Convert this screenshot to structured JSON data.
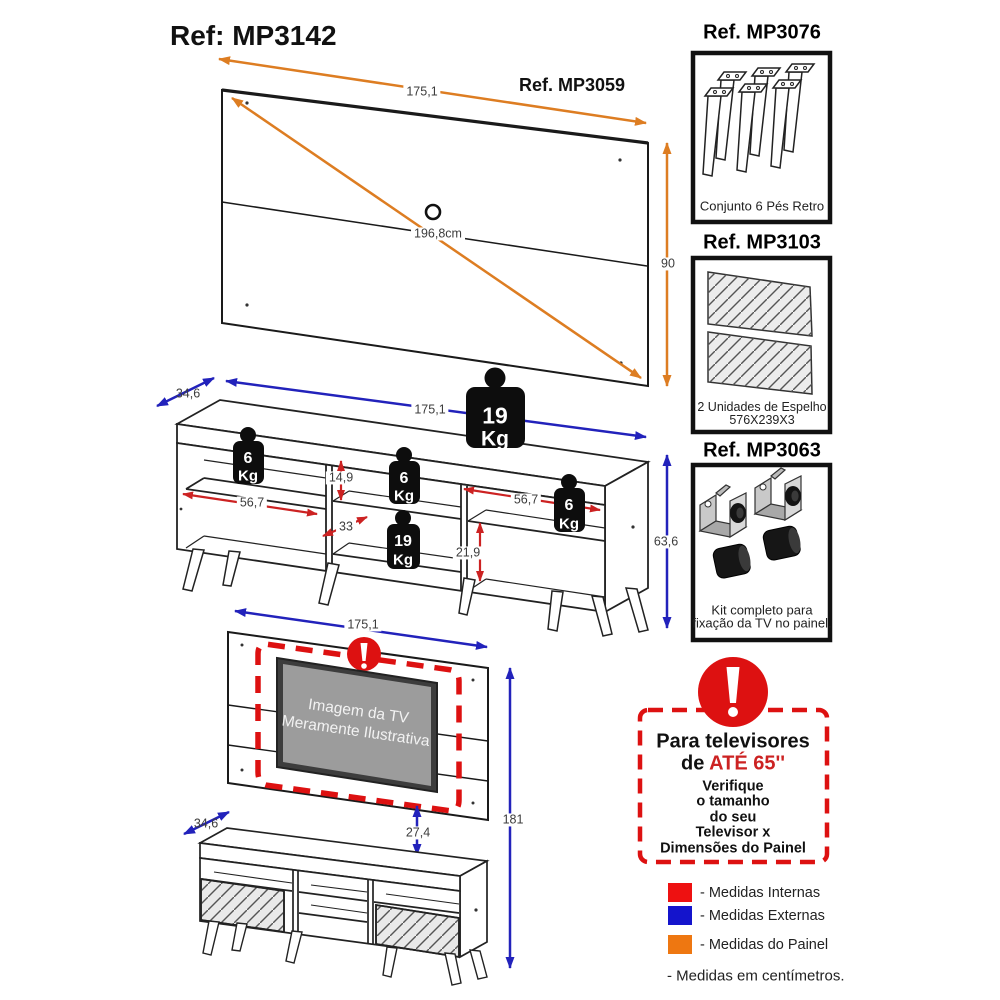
{
  "title": "Ref: MP3142",
  "panel": {
    "ref": "Ref. MP3059",
    "width": "175,1",
    "height": "90",
    "diagonal": "196,8cm"
  },
  "accessories": [
    {
      "ref": "Ref. MP3076",
      "caption1": "Conjunto 6 Pés Retro",
      "caption2": ""
    },
    {
      "ref": "Ref. MP3103",
      "caption1": "2 Unidades de Espelho",
      "caption2": "576X239X3"
    },
    {
      "ref": "Ref. MP3063",
      "caption1": "Kit completo para",
      "caption2": "fixação da TV no painel."
    }
  ],
  "rack": {
    "depth": "34,6",
    "width": "175,1",
    "height": "63,6",
    "internals": {
      "left_width": "56,7",
      "middle_top": "14,9",
      "middle_width": "33",
      "right_height": "21,9",
      "right_width": "56,7"
    },
    "weights": {
      "top_line1": "19",
      "top_line2": "Kg",
      "left_line1": "6",
      "left_line2": "Kg",
      "middle_line1": "6",
      "middle_line2": "Kg",
      "middle2_line1": "19",
      "middle2_line2": "Kg",
      "right_line1": "6",
      "right_line2": "Kg"
    }
  },
  "tv_panel": {
    "width": "175,1",
    "height": "181",
    "clearance": "27,4",
    "depth": "34,6",
    "tv_line1": "Imagem da TV",
    "tv_line2": "Meramente Ilustrativa"
  },
  "warning": {
    "line1": "Para televisores",
    "line2_prefix": "de ",
    "line2_highlight": "ATÉ 65''",
    "sub1": "Verifique",
    "sub2": "o tamanho",
    "sub3": "do seu",
    "sub4": "Televisor x",
    "sub5": "Dimensões do Painel"
  },
  "legend": {
    "internal": "- Medidas Internas",
    "external": "- Medidas Externas",
    "panel": "- Medidas do Painel",
    "note": "- Medidas em centímetros.",
    "internal_color": "#ee1111",
    "external_color": "#1414cc",
    "panel_color": "#ee7711"
  },
  "colors": {
    "internal_arrows": "#cc2222",
    "external_arrows": "#2222bb",
    "panel_arrows": "#dd7d22"
  }
}
